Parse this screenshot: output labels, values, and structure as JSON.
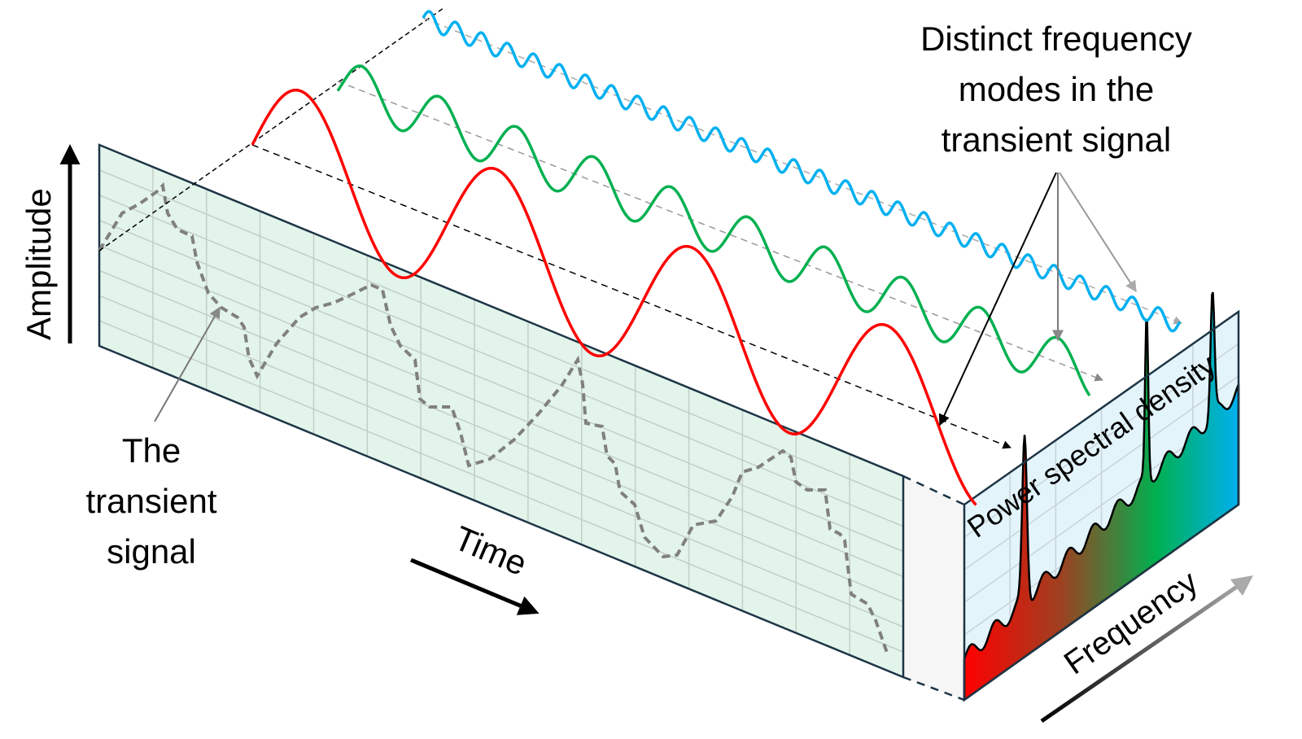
{
  "labels": {
    "amplitude": "Amplitude",
    "time": "Time",
    "frequency": "Frequency",
    "psd": "Power spectral density",
    "transient": [
      "The",
      "transient",
      "signal"
    ],
    "modes": [
      "Distinct frequency",
      "modes in the",
      "transient signal"
    ]
  },
  "colors": {
    "mode_low": "#ff0000",
    "mode_mid": "#00b050",
    "mode_high": "#00b0f0",
    "time_panel": "#e3f4ea",
    "psd_panel": "#e3f4fb"
  }
}
